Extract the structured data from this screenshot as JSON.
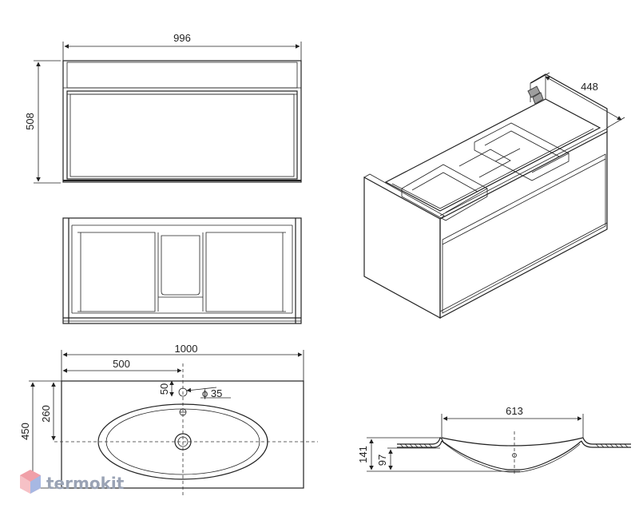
{
  "dimensions": {
    "front_width": "996",
    "front_height": "508",
    "iso_depth": "448",
    "basin_total_width": "1000",
    "basin_center_offset": "500",
    "basin_depth": "450",
    "basin_drain_offset": "260",
    "tap_hole_offset": "50",
    "tap_hole_diameter": "ϕ 35",
    "bowl_width": "613",
    "section_height": "141",
    "section_inner_height": "97"
  },
  "watermark": {
    "text": "termokit"
  },
  "colors": {
    "line": "#222222",
    "panel_fill": "#9e9e9e",
    "watermark": "#9aa3b5"
  }
}
